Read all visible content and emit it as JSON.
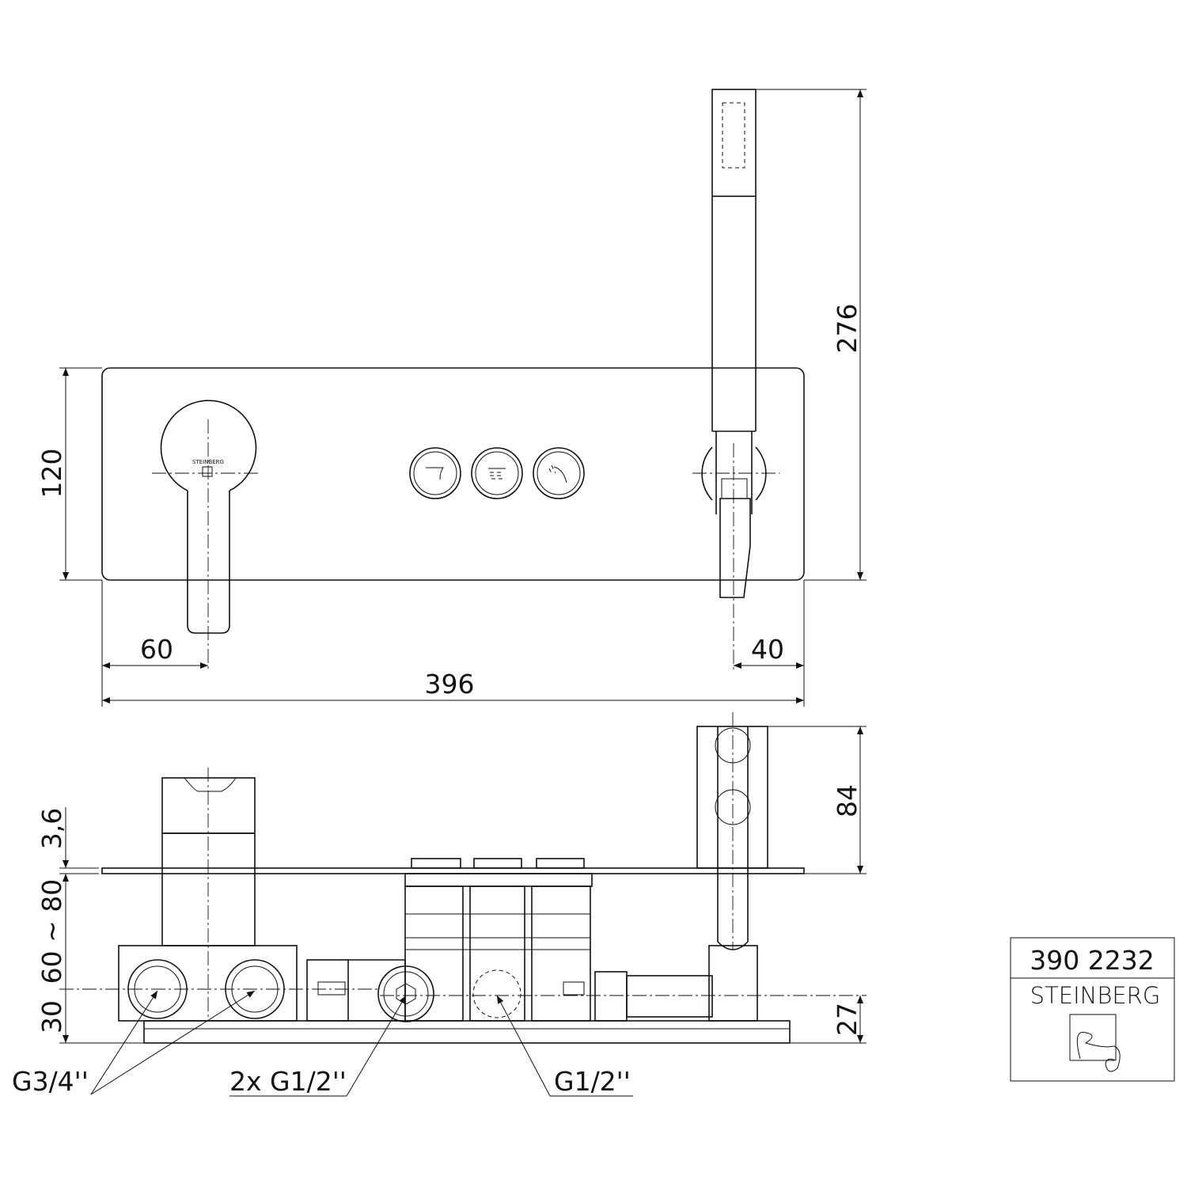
{
  "front_view": {
    "brand_on_mixer": "STEINBERG",
    "dimensions": {
      "height_total": "276",
      "plate_height": "120",
      "lever_offset": "60",
      "holder_offset": "40",
      "plate_width": "396"
    }
  },
  "side_view": {
    "dimensions": {
      "handshower_height": "84",
      "plate_thickness": "3,6",
      "install_depth": "60 ~ 80",
      "center_height": "30",
      "outlet_height": "27"
    },
    "labels": {
      "inlets": "G3/4''",
      "connections": "2x G1/2''",
      "outlet": "G1/2''"
    }
  },
  "title_block": {
    "article_number": "390 2232",
    "brand": "STEINBERG"
  }
}
